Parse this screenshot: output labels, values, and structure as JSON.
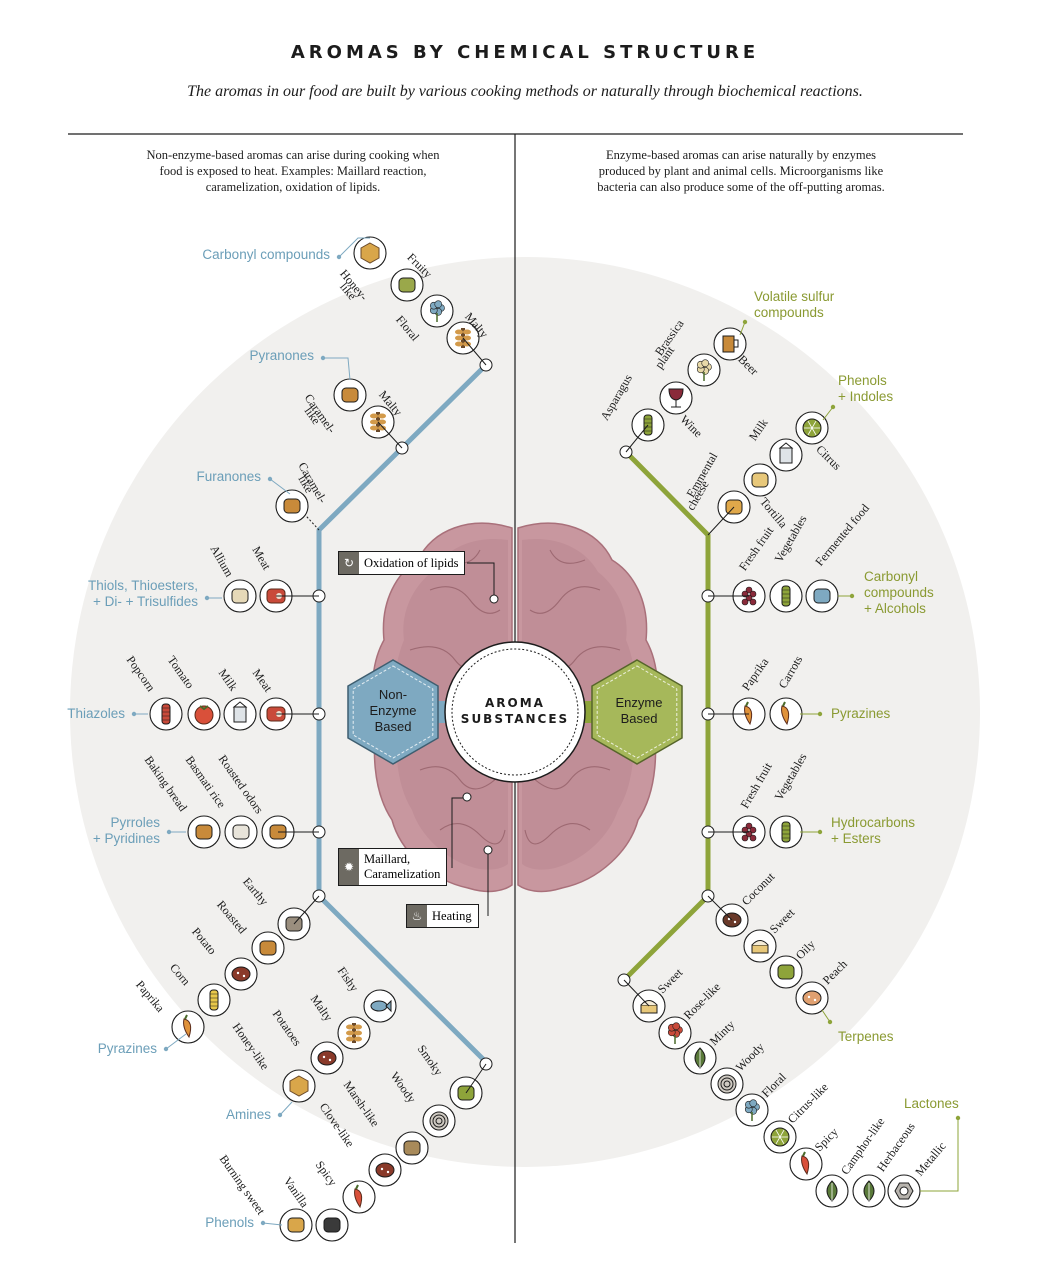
{
  "title": "AROMAS BY CHEMICAL STRUCTURE",
  "subtitle": "The aromas in our food are built by various cooking methods or naturally through biochemical reactions.",
  "intro": {
    "left": "Non-enzyme-based aromas can arise during cooking when food is exposed to heat. Examples: Maillard reaction, caramelization, oxidation of lipids.",
    "right": "Enzyme-based aromas can arise naturally by enzymes produced by plant and animal cells. Microorganisms like bacteria can also produce some of the off-putting aromas."
  },
  "center": {
    "line1": "AROMA",
    "line2": "SUBSTANCES",
    "left_hex": [
      "Non-",
      "Enzyme",
      "Based"
    ],
    "right_hex": [
      "Enzyme",
      "Based"
    ]
  },
  "processes": {
    "oxidation": "Oxidation of lipids",
    "maillard_1": "Maillard,",
    "maillard_2": "Caramelization",
    "heating": "Heating"
  },
  "colors": {
    "blue": "#7ea9c1",
    "blue_text": "#6b9eb8",
    "green": "#8ea43a",
    "green_text": "#8a9a32",
    "brain": "#c8979f",
    "brain_inner": "#b98790",
    "background_circle": "#f1f0ee"
  },
  "left_categories": [
    "Carbonyl compounds",
    "Pyranones",
    "Furanones",
    "Thiols, Thioesters,|+ Di- + Trisulfides",
    "Thiazoles",
    "Pyrroles|+ Pyridines",
    "Pyrazines",
    "Amines",
    "Phenols"
  ],
  "right_categories": [
    "Volatile sulfur|compounds",
    "Phenols|+ Indoles",
    "Carbonyl|compounds|+ Alcohols",
    "Pyrazines",
    "Hydrocarbons|+ Esters",
    "Terpenes",
    "Lactones"
  ],
  "left_aromas": [
    {
      "label": "Honey-|like",
      "icon": "honeycomb-icon",
      "color": "#d9a64a"
    },
    {
      "label": "Fruity",
      "icon": "pear-icon",
      "color": "#9aa84a"
    },
    {
      "label": "Floral",
      "icon": "flower-icon",
      "color": "#7ea9c1"
    },
    {
      "label": "Malty",
      "icon": "wheat-icon",
      "color": "#d39a4a"
    },
    {
      "label": "Caramel-|like",
      "icon": "caramel-icon",
      "color": "#c88a3a"
    },
    {
      "label": "Malty",
      "icon": "wheat-icon",
      "color": "#d39a4a"
    },
    {
      "label": "Caramel-|like",
      "icon": "caramel-icon",
      "color": "#c88a3a"
    },
    {
      "label": "Allium",
      "icon": "garlic-icon",
      "color": "#e6d9b8"
    },
    {
      "label": "Meat",
      "icon": "steak-icon",
      "color": "#c94a3a"
    },
    {
      "label": "Popcorn",
      "icon": "popcorn-icon",
      "color": "#c94a3a"
    },
    {
      "label": "Tomato",
      "icon": "tomato-icon",
      "color": "#d9503a"
    },
    {
      "label": "Milk",
      "icon": "milk-carton-icon",
      "color": "#dfe4e8"
    },
    {
      "label": "Meat",
      "icon": "steak-icon",
      "color": "#c94a3a"
    },
    {
      "label": "Baking bread",
      "icon": "bread-icon",
      "color": "#c88a3a"
    },
    {
      "label": "Basmati rice",
      "icon": "rice-icon",
      "color": "#e8e4da"
    },
    {
      "label": "Roasted odors",
      "icon": "roast-icon",
      "color": "#c88a3a"
    },
    {
      "label": "Earthy",
      "icon": "soil-icon",
      "color": "#9a8e7e"
    },
    {
      "label": "Roasted",
      "icon": "roast-icon",
      "color": "#c88a3a"
    },
    {
      "label": "Potato",
      "icon": "potato-icon",
      "color": "#8a3a2a"
    },
    {
      "label": "Corn",
      "icon": "corn-icon",
      "color": "#e8c84a"
    },
    {
      "label": "Paprika",
      "icon": "paprika-icon",
      "color": "#e0923a"
    },
    {
      "label": "Fishy",
      "icon": "fish-icon",
      "color": "#7ea9c1"
    },
    {
      "label": "Malty",
      "icon": "wheat-icon",
      "color": "#d39a4a"
    },
    {
      "label": "Potatoes",
      "icon": "potato-icon",
      "color": "#8a3a2a"
    },
    {
      "label": "Honey-like",
      "icon": "honeycomb-icon",
      "color": "#d9a64a"
    },
    {
      "label": "Smoky",
      "icon": "smoke-icon",
      "color": "#8ea43a"
    },
    {
      "label": "Woody",
      "icon": "wood-icon",
      "color": "#6d6a62"
    },
    {
      "label": "Marsh-like",
      "icon": "cattail-icon",
      "color": "#a88a5a"
    },
    {
      "label": "Clove-like",
      "icon": "clove-icon",
      "color": "#8a3a2a"
    },
    {
      "label": "Spicy",
      "icon": "chili-icon",
      "color": "#d9503a"
    },
    {
      "label": "Vanilla",
      "icon": "vanilla-icon",
      "color": "#3a3a3a"
    },
    {
      "label": "Burning sweet",
      "icon": "burning-icon",
      "color": "#d9a64a"
    }
  ],
  "right_aromas": [
    {
      "label": "Asparagus",
      "icon": "asparagus-icon",
      "color": "#8ea43a"
    },
    {
      "label": "Wine",
      "icon": "wine-icon",
      "color": "#8a2a3a"
    },
    {
      "label": "Brassica|plant",
      "icon": "brassica-icon",
      "color": "#e8d9a8"
    },
    {
      "label": "Beer",
      "icon": "beer-icon",
      "color": "#c88a3a"
    },
    {
      "label": "Emmental|cheese",
      "icon": "cheese-icon",
      "color": "#e0a84a"
    },
    {
      "label": "Tortilla",
      "icon": "tortilla-icon",
      "color": "#e8c87a"
    },
    {
      "label": "Milk",
      "icon": "milk-carton-icon",
      "color": "#dfe4e8"
    },
    {
      "label": "Citrus",
      "icon": "citrus-icon",
      "color": "#8ea43a"
    },
    {
      "label": "Fresh fruit",
      "icon": "grapes-icon",
      "color": "#8a2a3a"
    },
    {
      "label": "Vegetables",
      "icon": "vegetables-icon",
      "color": "#8ea43a"
    },
    {
      "label": "Fermented food",
      "icon": "fermented-icon",
      "color": "#7ea9c1"
    },
    {
      "label": "Paprika",
      "icon": "paprika-icon",
      "color": "#e0923a"
    },
    {
      "label": "Carrots",
      "icon": "carrot-icon",
      "color": "#e0923a"
    },
    {
      "label": "Fresh fruit",
      "icon": "grapes-icon",
      "color": "#8a2a3a"
    },
    {
      "label": "Vegetables",
      "icon": "vegetables-icon",
      "color": "#8ea43a"
    },
    {
      "label": "Coconut",
      "icon": "coconut-icon",
      "color": "#6a3a2a"
    },
    {
      "label": "Sweet",
      "icon": "cake-icon",
      "color": "#e8c87a"
    },
    {
      "label": "Oily",
      "icon": "oil-bottle-icon",
      "color": "#8ea43a"
    },
    {
      "label": "Peach",
      "icon": "peach-icon",
      "color": "#e0a070"
    },
    {
      "label": "Sweet",
      "icon": "cake-icon",
      "color": "#e8c87a"
    },
    {
      "label": "Rose-like",
      "icon": "rose-icon",
      "color": "#c94a3a"
    },
    {
      "label": "Minty",
      "icon": "mint-icon",
      "color": "#5a7a3a"
    },
    {
      "label": "Woody",
      "icon": "wood-icon",
      "color": "#6d6a62"
    },
    {
      "label": "Floral",
      "icon": "flower-icon",
      "color": "#7ea9c1"
    },
    {
      "label": "Citrus-like",
      "icon": "citrus-icon",
      "color": "#8ea43a"
    },
    {
      "label": "Spicy",
      "icon": "chili-icon",
      "color": "#d9503a"
    },
    {
      "label": "Camphor-like",
      "icon": "leaf-icon",
      "color": "#5a7a3a"
    },
    {
      "label": "Herbaceous",
      "icon": "herb-icon",
      "color": "#5a7a3a"
    },
    {
      "label": "Metallic",
      "icon": "nut-icon",
      "color": "#b8b4ae"
    }
  ]
}
